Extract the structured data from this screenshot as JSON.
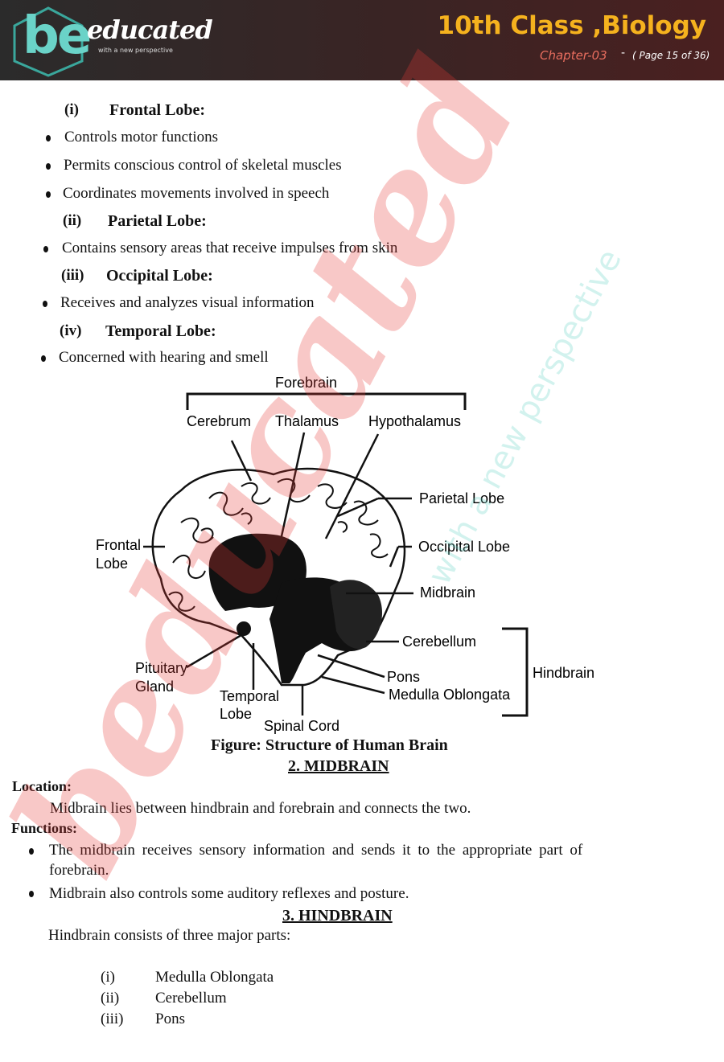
{
  "header": {
    "logo_main": "be",
    "logo_sub": "educated",
    "logo_tagline": "with a new perspective",
    "title": "10th Class ,Biology",
    "chapter": "Chapter-03",
    "dash": "-",
    "page": "( Page 15 of 36)"
  },
  "lobes": [
    {
      "num": "(i)",
      "name": "Frontal Lobe:",
      "points": [
        "Controls motor functions",
        "Permits conscious control of skeletal muscles",
        "Coordinates movements involved in speech"
      ]
    },
    {
      "num": "(ii)",
      "name": "Parietal Lobe:",
      "points": [
        "Contains sensory areas that receive impulses from skin"
      ]
    },
    {
      "num": "(iii)",
      "name": "Occipital Lobe:",
      "points": [
        "Receives and analyzes visual information"
      ]
    },
    {
      "num": "(iv)",
      "name": "Temporal Lobe:",
      "points": [
        "Concerned with hearing and smell"
      ]
    }
  ],
  "figure": {
    "forebrain": "Forebrain",
    "cerebrum": "Cerebrum",
    "thalamus": "Thalamus",
    "hypothalamus": "Hypothalamus",
    "parietal": "Parietal Lobe",
    "occipital": "Occipital Lobe",
    "midbrain": "Midbrain",
    "cerebellum": "Cerebellum",
    "pons": "Pons",
    "medulla": "Medulla Oblongata",
    "hindbrain": "Hindbrain",
    "frontal_1": "Frontal",
    "frontal_2": "Lobe",
    "pituitary_1": "Pituitary",
    "pituitary_2": "Gland",
    "temporal_1": "Temporal",
    "temporal_2": "Lobe",
    "spinal": "Spinal Cord",
    "caption": "Figure: Structure of Human Brain"
  },
  "midbrain": {
    "heading": "2. MIDBRAIN",
    "location_label": "Location:",
    "location_text": "Midbrain lies between hindbrain and forebrain and connects the two.",
    "functions_label": "Functions:",
    "function_1_line1": "The midbrain receives sensory information and sends it to the appropriate part of",
    "function_1_line2": "forebrain.",
    "function_2": "Midbrain also controls some auditory reflexes and posture."
  },
  "hindbrain": {
    "heading": "3. HINDBRAIN",
    "intro": "Hindbrain consists of three major parts:",
    "parts": [
      {
        "num": "(i)",
        "name": "Medulla Oblongata"
      },
      {
        "num": "(ii)",
        "name": "Cerebellum"
      },
      {
        "num": "(iii)",
        "name": "Pons"
      }
    ]
  },
  "watermark": {
    "main": "beducated",
    "tagline": "with a new perspective",
    "color": "#e53935"
  }
}
